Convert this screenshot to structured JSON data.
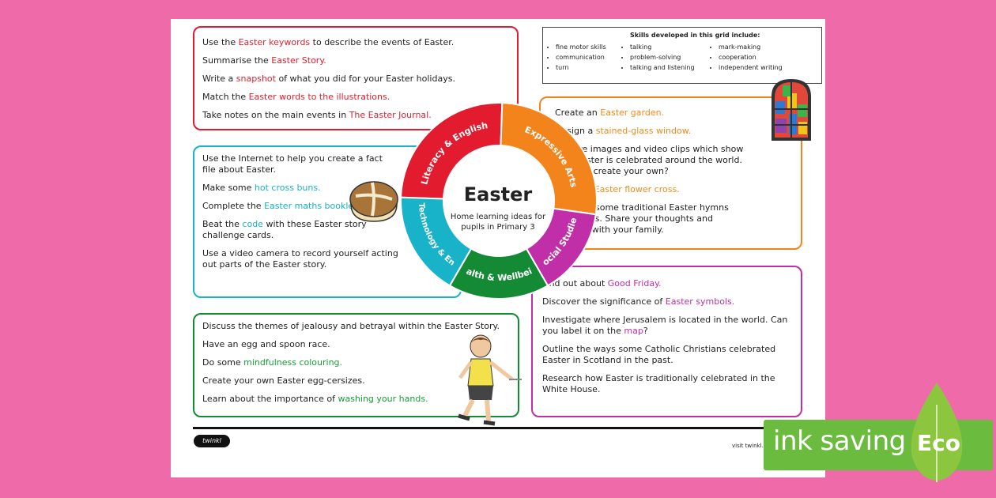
{
  "literacy": {
    "lines": [
      [
        {
          "t": "Use the "
        },
        {
          "t": "Easter keywords",
          "h": true
        },
        {
          "t": " to describe the events of Easter."
        }
      ],
      [
        {
          "t": "Summarise the "
        },
        {
          "t": "Easter Story.",
          "h": true
        }
      ],
      [
        {
          "t": "Write a "
        },
        {
          "t": "snapshot",
          "h": true
        },
        {
          "t": " of what you did for your Easter holidays."
        }
      ],
      [
        {
          "t": "Match the "
        },
        {
          "t": "Easter words to the illustrations.",
          "h": true
        }
      ],
      [
        {
          "t": "Take notes on the main events in "
        },
        {
          "t": "The Easter Journal.",
          "h": true
        }
      ]
    ]
  },
  "science": {
    "lines": [
      [
        {
          "t": "Use the Internet to help you create a fact\nfile about Easter."
        }
      ],
      [
        {
          "t": "Make some "
        },
        {
          "t": "hot cross buns.",
          "h": true
        }
      ],
      [
        {
          "t": "Complete the "
        },
        {
          "t": "Easter maths booklet.",
          "h": true
        }
      ],
      [
        {
          "t": "Beat the "
        },
        {
          "t": "code",
          "h": true
        },
        {
          "t": " with these Easter story\nchallenge cards."
        }
      ],
      [
        {
          "t": "Use a video camera to record yourself acting\nout parts of the Easter story."
        }
      ]
    ]
  },
  "health": {
    "lines": [
      [
        {
          "t": "Discuss the themes of jealousy and betrayal within the Easter Story."
        }
      ],
      [
        {
          "t": "Have an egg and spoon race."
        }
      ],
      [
        {
          "t": "Do some "
        },
        {
          "t": "mindfulness colouring.",
          "h": true
        }
      ],
      [
        {
          "t": "Create your own Easter egg-cersizes."
        }
      ],
      [
        {
          "t": "Learn about the importance of "
        },
        {
          "t": "washing your hands.",
          "h": true
        }
      ]
    ]
  },
  "expressive": {
    "lines": [
      [
        {
          "t": "Create an "
        },
        {
          "t": "Easter garden.",
          "h": true
        }
      ],
      [
        {
          "t": "Design a "
        },
        {
          "t": "stained-glass window.",
          "h": true
        }
      ],
      [
        {
          "t": "Explore images and video clips which show\nhow Easter is celebrated around the world.\nCan you create your own?"
        }
      ],
      [
        {
          "t": "Make an "
        },
        {
          "t": "Easter flower cross.",
          "h": true
        }
      ],
      [
        {
          "t": "Listen to some traditional Easter hymns\nand songs. Share your thoughts and\nfeelings with your family."
        }
      ]
    ]
  },
  "social": {
    "lines": [
      [
        {
          "t": "Find out about "
        },
        {
          "t": "Good Friday.",
          "h": true
        }
      ],
      [
        {
          "t": "Discover the significance of "
        },
        {
          "t": "Easter symbols.",
          "h": true
        }
      ],
      [
        {
          "t": "Investigate where Jerusalem is located in the world. Can\nyou label it on the "
        },
        {
          "t": "map",
          "h": true
        },
        {
          "t": "?"
        }
      ],
      [
        {
          "t": "Outline the ways some Catholic Christians celebrated\nEaster in Scotland in the past."
        }
      ],
      [
        {
          "t": "Research how Easter is traditionally celebrated in the\nWhite House."
        }
      ]
    ]
  },
  "skills": {
    "title": "Skills developed in this grid include:",
    "col1": [
      "fine motor skills",
      "communication",
      "turn"
    ],
    "col2": [
      "talking",
      "problem-solving",
      "talking and listening"
    ],
    "col3": [
      "mark-making",
      "cooperation",
      "independent writing"
    ]
  },
  "wheel": {
    "title": "Easter",
    "subtitle": "Home learning ideas for pupils in Primary 3",
    "segments": [
      {
        "label": "Literacy & English",
        "color": "#e31b2e"
      },
      {
        "label": "Expressive Arts",
        "color": "#f3841c"
      },
      {
        "label": "Social Studies",
        "color": "#c02fa8"
      },
      {
        "label": "Health & Wellbeing",
        "color": "#158a35"
      },
      {
        "label": "Science, Technology & Engineering",
        "color": "#19b3c9"
      }
    ]
  },
  "footer": {
    "logo": "twinkl",
    "visit": "visit twinkl.c"
  },
  "badge": {
    "text": "ink saving",
    "eco": "Eco"
  }
}
